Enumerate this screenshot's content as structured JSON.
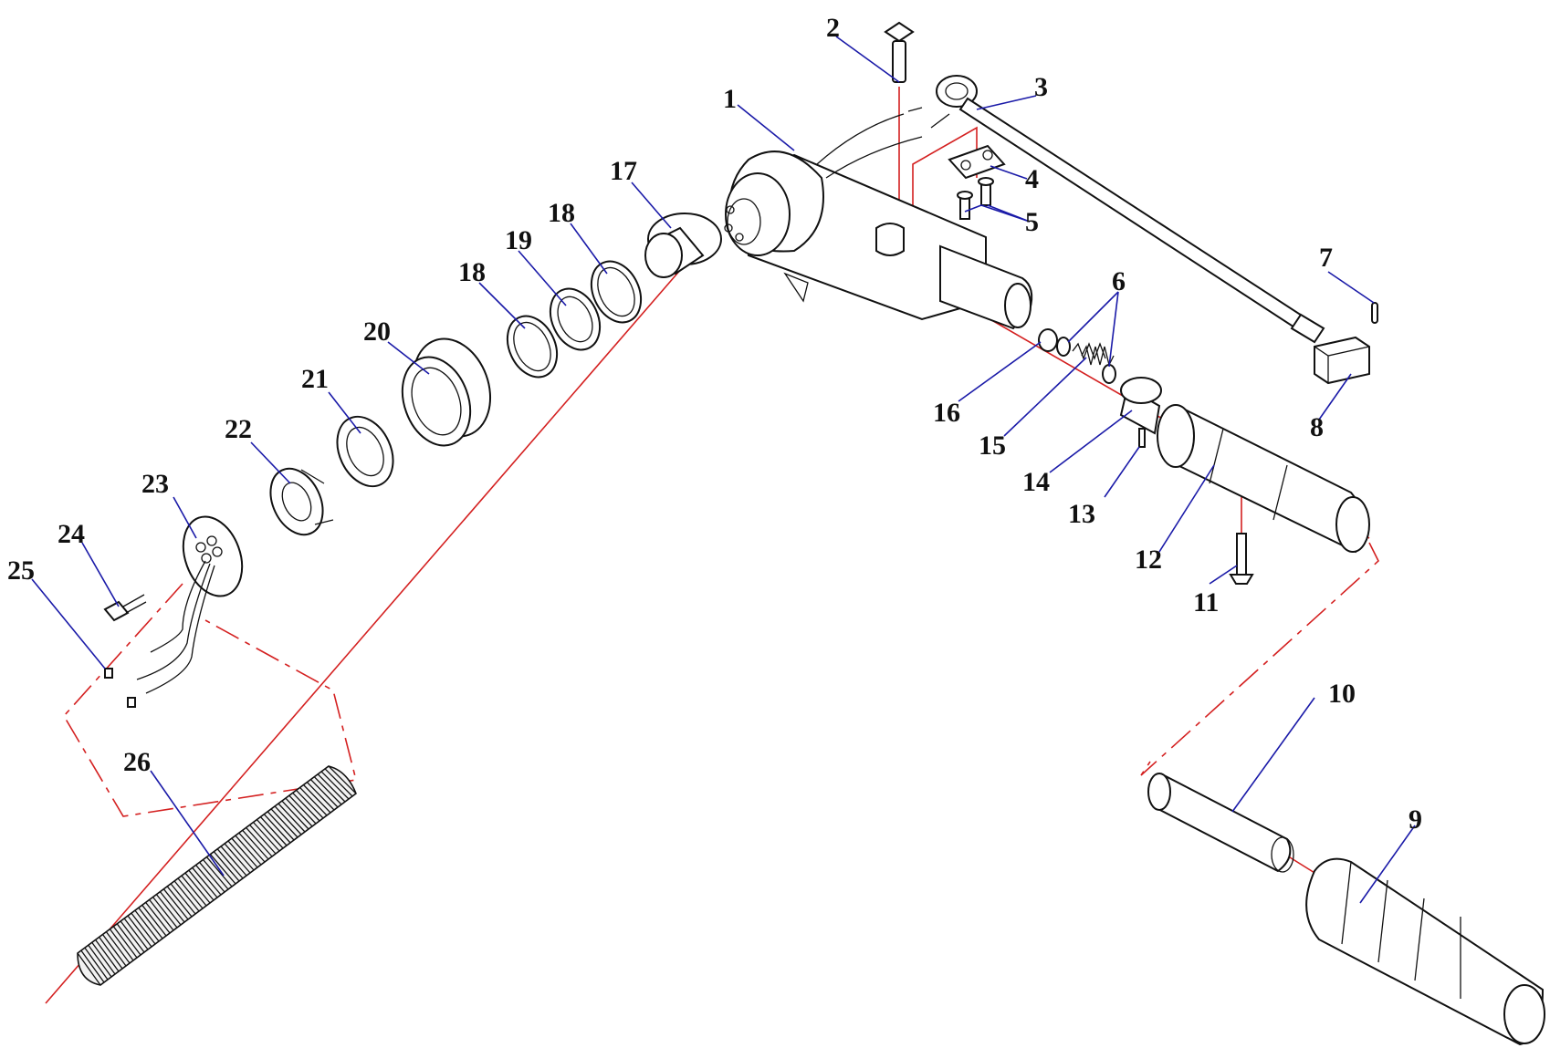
{
  "diagram": {
    "callouts": [
      {
        "id": "1",
        "text": "1"
      },
      {
        "id": "2",
        "text": "2"
      },
      {
        "id": "3",
        "text": "3"
      },
      {
        "id": "4",
        "text": "4"
      },
      {
        "id": "5",
        "text": "5"
      },
      {
        "id": "6",
        "text": "6"
      },
      {
        "id": "7",
        "text": "7"
      },
      {
        "id": "8",
        "text": "8"
      },
      {
        "id": "9",
        "text": "9"
      },
      {
        "id": "10",
        "text": "10"
      },
      {
        "id": "11",
        "text": "11"
      },
      {
        "id": "12",
        "text": "12"
      },
      {
        "id": "13",
        "text": "13"
      },
      {
        "id": "14",
        "text": "14"
      },
      {
        "id": "15",
        "text": "15"
      },
      {
        "id": "16",
        "text": "16"
      },
      {
        "id": "17",
        "text": "17"
      },
      {
        "id": "18a",
        "text": "18"
      },
      {
        "id": "18b",
        "text": "18"
      },
      {
        "id": "19",
        "text": "19"
      },
      {
        "id": "20",
        "text": "20"
      },
      {
        "id": "21",
        "text": "21"
      },
      {
        "id": "22",
        "text": "22"
      },
      {
        "id": "23",
        "text": "23"
      },
      {
        "id": "24",
        "text": "24"
      },
      {
        "id": "25",
        "text": "25"
      },
      {
        "id": "26",
        "text": "26"
      }
    ],
    "colors": {
      "leader_line": "#1a1aa8",
      "assembly_axis": "#d42020",
      "part_outline": "#111111"
    }
  }
}
